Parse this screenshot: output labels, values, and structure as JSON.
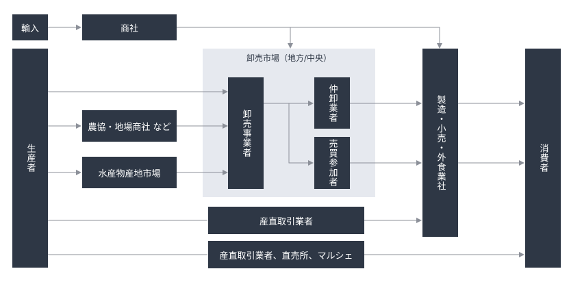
{
  "colors": {
    "box": "#2e3745",
    "region": "#e6e9ef",
    "arrow": "#8c9099"
  },
  "nodes": {
    "import": "輸入",
    "trading_company": "商社",
    "producer": "生産者",
    "wholesale_market_title": "卸売市場（地方/中央）",
    "ja_trading": "農協・地場商社 など",
    "fish_market": "水産物産地市場",
    "wholesaler": "卸売事業者",
    "intermediate_wholesaler": "仲卸業者",
    "buying_participant": "売買参加者",
    "manufacturer_retail": "製造・小売・外食業社",
    "consumer": "消費者",
    "direct_trader": "産直取引業者",
    "direct_channels": "産直取引業者、直売所、マルシェ"
  }
}
